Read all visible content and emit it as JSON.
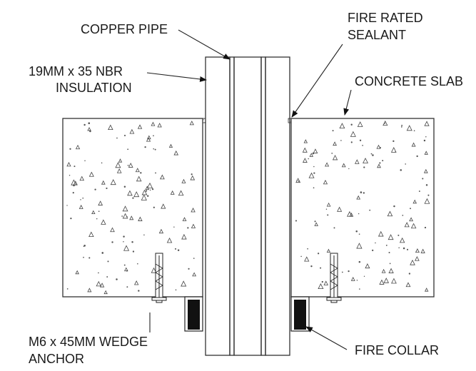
{
  "labels": {
    "copper_pipe": "COPPER PIPE",
    "insulation_line1": "19MM x 35 NBR",
    "insulation_line2": "INSULATION",
    "sealant_line1": "FIRE RATED",
    "sealant_line2": "SEALANT",
    "concrete_slab": "CONCRETE SLAB",
    "anchor_line1": "M6 x 45MM WEDGE",
    "anchor_line2": "ANCHOR",
    "fire_collar": "FIRE COLLAR"
  },
  "colors": {
    "concrete_fill": "#f4f4f4",
    "line": "#333333",
    "collar": "#111111",
    "text": "#1a1a1a"
  }
}
